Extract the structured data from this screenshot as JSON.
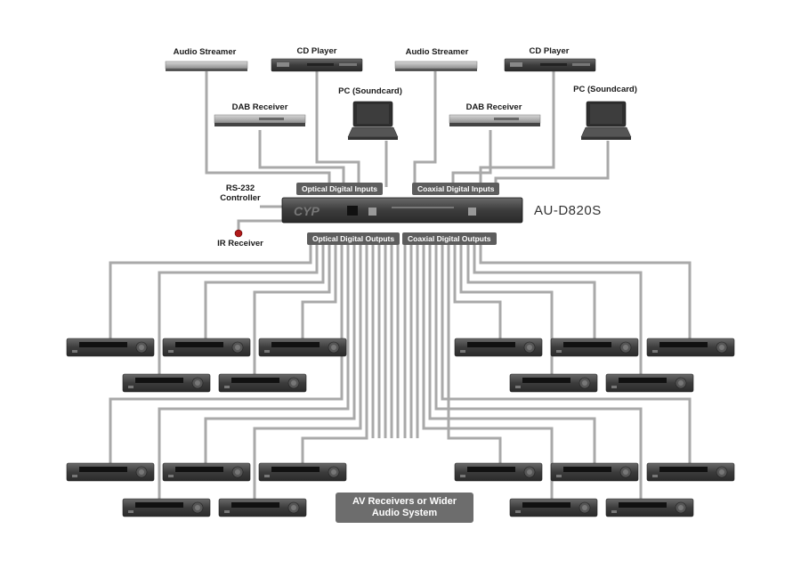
{
  "diagram": {
    "model": "AU-D820S",
    "inputs": {
      "optical_tag": "Optical Digital Inputs",
      "coaxial_tag": "Coaxial Digital Inputs"
    },
    "outputs": {
      "optical_tag": "Optical Digital Outputs",
      "coaxial_tag": "Coaxial Digital Outputs"
    },
    "sources_left": {
      "audio_streamer": "Audio Streamer",
      "cd_player": "CD Player",
      "dab_receiver": "DAB Receiver",
      "pc": "PC (Soundcard)"
    },
    "sources_right": {
      "audio_streamer": "Audio Streamer",
      "cd_player": "CD Player",
      "dab_receiver": "DAB Receiver",
      "pc": "PC (Soundcard)"
    },
    "rs232": "RS-232 Controller",
    "ir_receiver": "IR Receiver",
    "sink_box": "AV Receivers or Wider Audio System",
    "colors": {
      "cable": "#a9a9a9",
      "device": "#4a4a4a",
      "tag": "#5d5d5d",
      "ir_led": "#b11a1a"
    }
  }
}
